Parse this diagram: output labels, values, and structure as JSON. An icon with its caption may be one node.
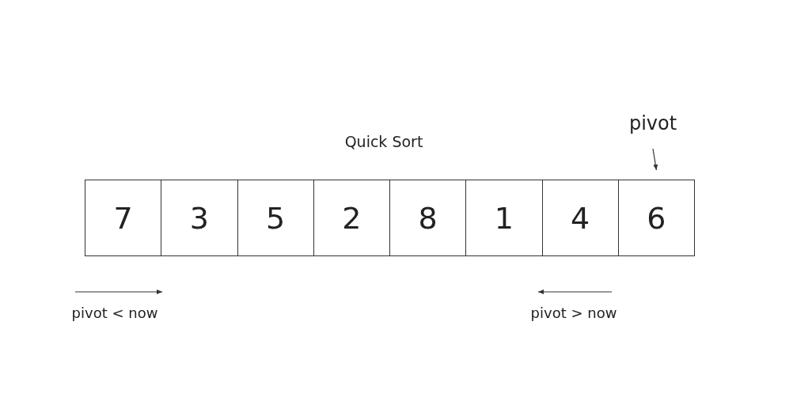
{
  "diagram": {
    "title": "Quick Sort",
    "nodes": [
      {
        "text": [
          "7"
        ]
      },
      {
        "text": [
          "3"
        ]
      },
      {
        "text": [
          "5"
        ]
      },
      {
        "text": [
          "2"
        ]
      },
      {
        "text": [
          "8"
        ]
      },
      {
        "text": [
          "1"
        ]
      },
      {
        "text": [
          "4"
        ]
      },
      {
        "text": [
          "6"
        ]
      },
      {
        "text": [
          "pivot"
        ]
      }
    ],
    "edges": [
      {
        "from": 8,
        "to": 7,
        "arrow": "to"
      }
    ],
    "labels": [
      "pivot < now",
      "pivot > now"
    ]
  }
}
